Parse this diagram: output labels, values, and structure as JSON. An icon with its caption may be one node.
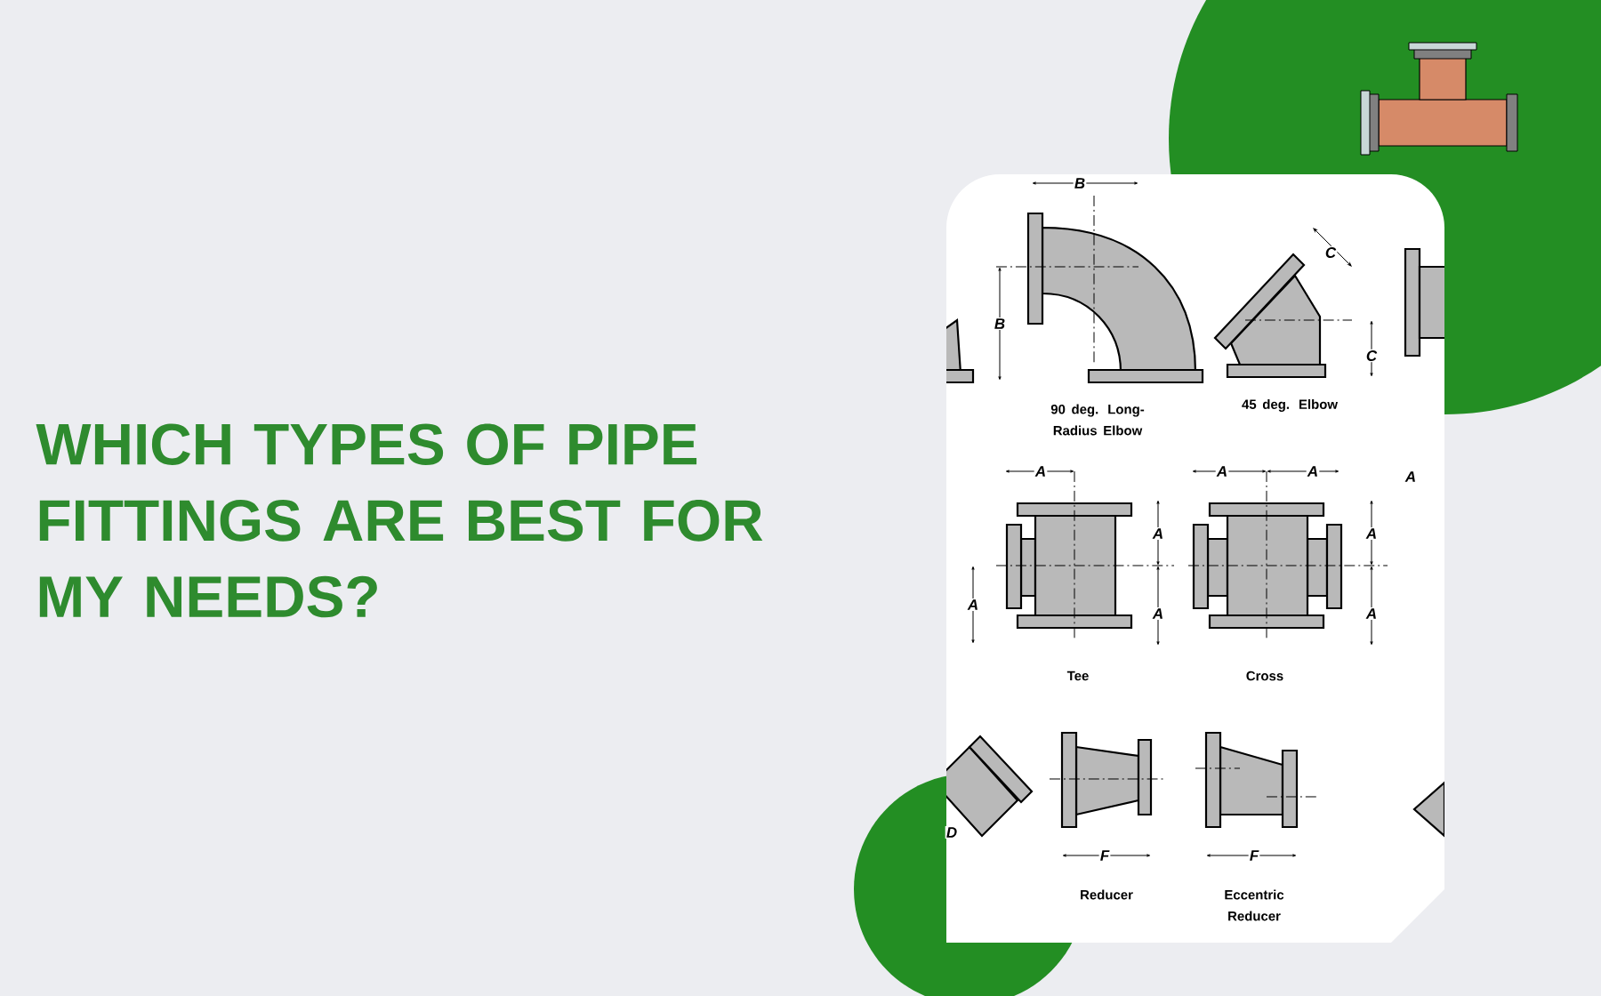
{
  "diagram": {
    "title": "WHICH TYPES OF PIPE FITTINGS ARE BEST FOR MY NEEDS?",
    "labels": [
      "B",
      "B",
      "C",
      "C",
      "90 deg. Long-Radius Elbow",
      "45 deg. Elbow",
      "A",
      "A",
      "A",
      "A",
      "A",
      "A",
      "A",
      "A",
      "A",
      "Tee",
      "Cross",
      "D",
      "F",
      "F",
      "Reducer",
      "Eccentric Reducer"
    ]
  }
}
